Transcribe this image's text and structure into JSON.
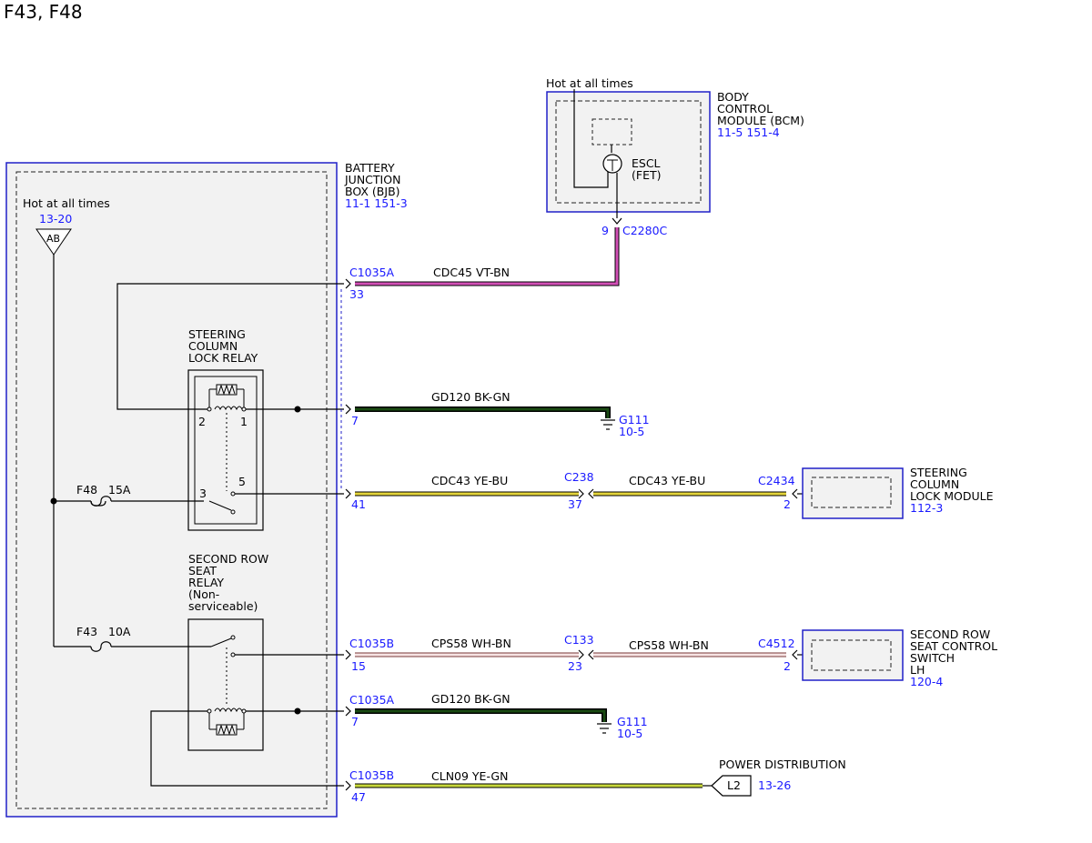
{
  "title": "F43, F48",
  "colors": {
    "wire_black": "#000000",
    "wire_vt_bn": "#d24fb6",
    "wire_ye_bu": "#e3d43a",
    "wire_wh_bn": "#e7a8a8",
    "wire_bk_gn": "#1a4a12",
    "wire_ye_gn": "#c8d83b",
    "module_border": "#2020c8",
    "module_fill": "#f2f2f2",
    "reference_text": "#1a1aff"
  },
  "bjb": {
    "name_line1": "BATTERY",
    "name_line2": "JUNCTION",
    "name_line3": "BOX (BJB)",
    "ref": "11-1   151-3",
    "hot_label": "Hot at all times",
    "hot_ref": "13-20",
    "hot_tag": "AB",
    "fuse_f48_name": "F48",
    "fuse_f48_rating": "15A",
    "fuse_f43_name": "F43",
    "fuse_f43_rating": "10A"
  },
  "steering_relay": {
    "line1": "STEERING",
    "line2": "COLUMN",
    "line3": "LOCK RELAY",
    "pin2": "2",
    "pin1": "1",
    "pin3": "3",
    "pin5": "5"
  },
  "seat_relay": {
    "line1": "SECOND ROW",
    "line2": "SEAT",
    "line3": "RELAY",
    "line4": "(Non-",
    "line5": "serviceable)"
  },
  "bcm": {
    "hot_label": "Hot at all times",
    "line1": "BODY",
    "line2": "CONTROL",
    "line3": "MODULE (BCM)",
    "ref": "11-5   151-4",
    "escl_line1": "ESCL",
    "escl_line2": "(FET)",
    "pin": "9",
    "connector": "C2280C"
  },
  "circuits": {
    "cdc45": {
      "connector": "C1035A",
      "pin": "33",
      "label": "CDC45  VT-BN"
    },
    "gd120_top": {
      "pin": "7",
      "label": "GD120  BK-GN",
      "ground": "G111",
      "ground_ref": "10-5"
    },
    "cdc43": {
      "pin": "41",
      "label_left": "CDC43  YE-BU",
      "inline_connector": "C238",
      "inline_pin": "37",
      "label_right": "CDC43  YE-BU",
      "far_connector": "C2434",
      "far_pin": "2"
    },
    "cps58": {
      "connector": "C1035B",
      "pin": "15",
      "label_left": "CPS58  WH-BN",
      "inline_connector": "C133",
      "inline_pin": "23",
      "label_right": "CPS58  WH-BN",
      "far_connector": "C4512",
      "far_pin": "2"
    },
    "gd120_bottom": {
      "connector": "C1035A",
      "pin": "7",
      "label": "GD120  BK-GN",
      "ground": "G111",
      "ground_ref": "10-5"
    },
    "cln09": {
      "connector": "C1035B",
      "pin": "47",
      "label": "CLN09  YE-GN",
      "dest_label": "POWER DISTRIBUTION",
      "dest_tag": "L2",
      "dest_ref": "13-26"
    }
  },
  "sclm": {
    "line1": "STEERING",
    "line2": "COLUMN",
    "line3": "LOCK MODULE",
    "ref": "112-3"
  },
  "seat_switch": {
    "line1": "SECOND ROW",
    "line2": "SEAT CONTROL",
    "line3": "SWITCH",
    "line4": "LH",
    "ref": "120-4"
  }
}
